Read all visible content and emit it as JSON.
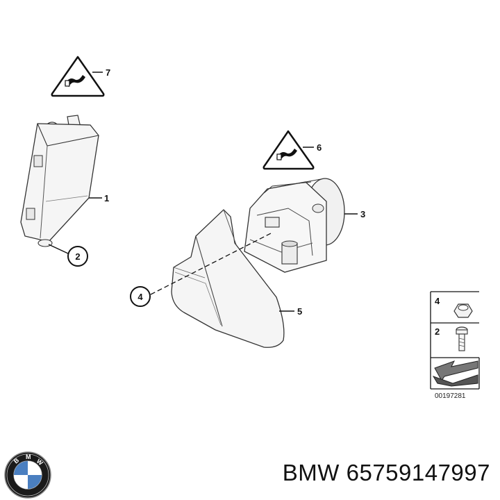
{
  "callouts": {
    "c1": "1",
    "c2": "2",
    "c3": "3",
    "c4": "4",
    "c5": "5",
    "c6": "6",
    "c7": "7"
  },
  "legend": {
    "item_nut": "4",
    "item_bolt": "2",
    "reference_number": "00197281"
  },
  "logo": {
    "letters": [
      "B",
      "M",
      "W"
    ],
    "colors": {
      "ring": "#111111",
      "blue": "#4a7fc0",
      "white": "#ffffff"
    }
  },
  "caption": {
    "brand": "BMW",
    "part_number": "65759147997"
  },
  "icons": [
    "warning-triangle-icon",
    "bmw-logo-icon",
    "arrow-icon"
  ]
}
